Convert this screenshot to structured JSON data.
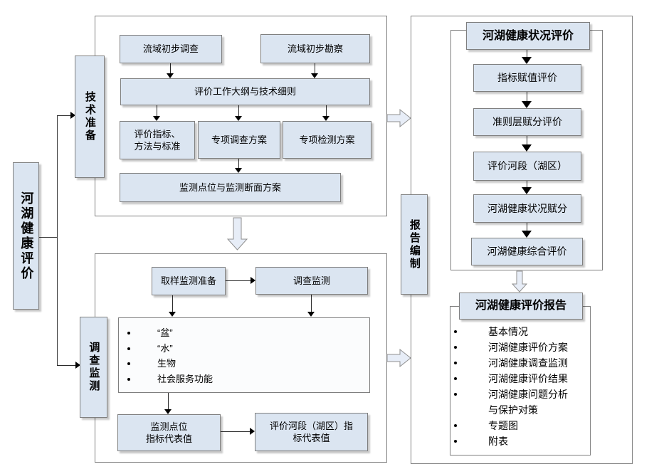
{
  "root": {
    "label": "河湖健康评价"
  },
  "stages": {
    "tech_prep": "技术准备",
    "survey_monitor": "调查监测",
    "report_compile": "报告编制"
  },
  "tech_prep": {
    "watershed_survey": "流域初步调查",
    "watershed_recon": "流域初步勘察",
    "work_outline": "评价工作大纲与技术细则",
    "indicators": "评价指标、\n方法与标准",
    "special_survey": "专项调查方案",
    "special_test": "专项检测方案",
    "monitoring_plan": "监测点位与监测断面方案"
  },
  "survey": {
    "sampling_prep": "取样监测准备",
    "survey_monitoring": "调查监测",
    "aspects": [
      "“盆”",
      "“水”",
      "生物",
      "社会服务功能"
    ],
    "point_values": "监测点位\n指标代表值",
    "reach_values": "评价河段（湖区）指\n标代表值"
  },
  "assessment": {
    "title": "河湖健康状况评价",
    "steps": [
      "指标赋值评价",
      "准则层赋分评价",
      "评价河段（湖区）",
      "河湖健康状况赋分",
      "河湖健康综合评价"
    ]
  },
  "report": {
    "title": "河湖健康评价报告",
    "items": [
      "基本情况",
      "河湖健康评价方案",
      "河湖健康调查监测",
      "河湖健康评价结果",
      "河湖健康问题分析\n与保护对策",
      "专题图",
      "附表"
    ]
  },
  "colors": {
    "box_fill": "#dbe5f1",
    "box_border": "#7f7f7f",
    "arrow_line": "#2a2a2a",
    "block_arrow_fill": "#e7edf7"
  }
}
